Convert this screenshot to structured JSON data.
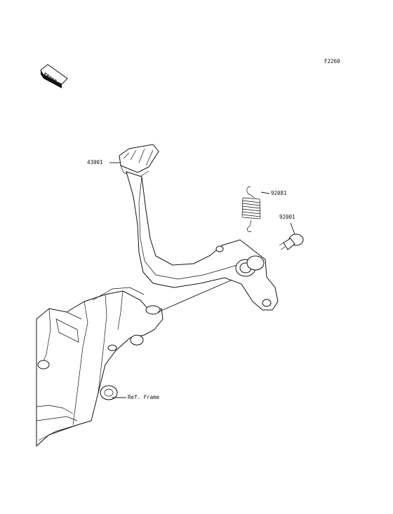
{
  "figure_code": "F2260",
  "front_badge": "FRONT",
  "callouts": {
    "pedal": "43001",
    "spring": "92081",
    "bolt": "92001",
    "frame": "Ref. Frame"
  }
}
